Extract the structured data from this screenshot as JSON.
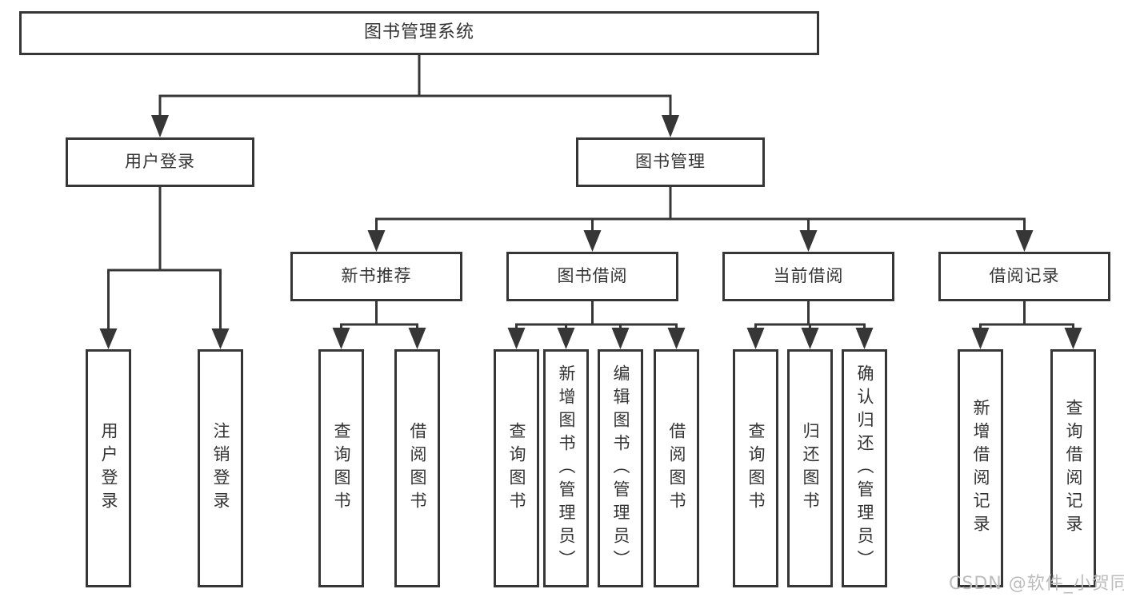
{
  "diagram": {
    "root": {
      "label": "图书管理系统"
    },
    "branches": [
      {
        "label": "用户登录",
        "children": [
          "用户登录",
          "注销登录"
        ]
      },
      {
        "label": "图书管理",
        "sections": [
          {
            "label": "新书推荐",
            "children": [
              "查询图书",
              "借阅图书"
            ]
          },
          {
            "label": "图书借阅",
            "children": [
              "查询图书",
              "新增图书（管理员）",
              "编辑图书（管理员）",
              "借阅图书"
            ]
          },
          {
            "label": "当前借阅",
            "children": [
              "查询图书",
              "归还图书",
              "确认归还（管理员）"
            ]
          },
          {
            "label": "借阅记录",
            "children": [
              "新增借阅记录",
              "查询借阅记录"
            ]
          }
        ]
      }
    ]
  },
  "watermark": {
    "text": "CSDN @软件_小贺同学"
  },
  "colors": {
    "line": "#363636",
    "text": "#333333",
    "box_background": "#ffffff",
    "watermark": "#bcbcbc",
    "background": "#ffffff"
  }
}
